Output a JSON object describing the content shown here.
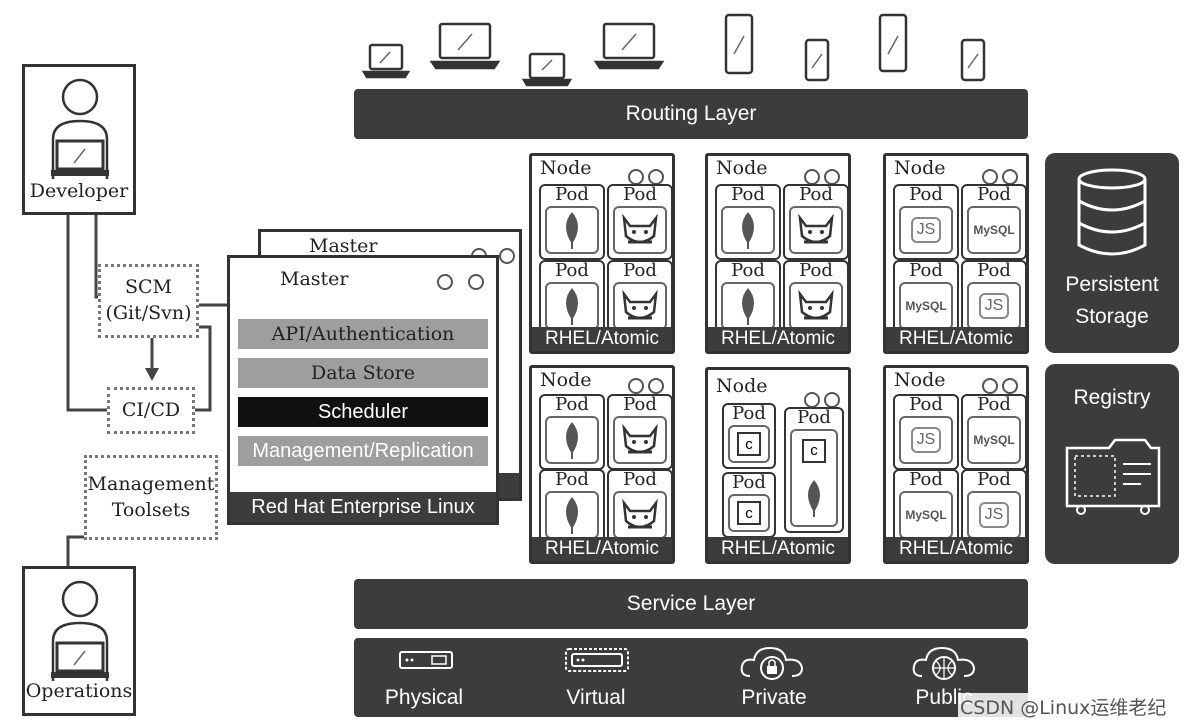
{
  "routing_layer": "Routing Layer",
  "service_layer": "Service Layer",
  "developer": "Developer",
  "operations": "Operations",
  "scm": {
    "line1": "SCM",
    "line2": "(Git/Svn)"
  },
  "cicd": "CI/CD",
  "management_toolsets": {
    "line1": "Management",
    "line2": "Toolsets"
  },
  "master_back": "Master",
  "master": {
    "title": "Master",
    "rows": [
      "API/Authentication",
      "Data Store",
      "Scheduler",
      "Management/Replication"
    ],
    "footer": "Red Hat Enterprise Linux"
  },
  "node_label": "Node",
  "pod_label": "Pod",
  "node_footer": "RHEL/Atomic",
  "container_glyph": "c",
  "js_glyph": "JS",
  "mysql_glyph": "MySQL",
  "persistent_storage": {
    "line1": "Persistent",
    "line2": "Storage"
  },
  "registry": "Registry",
  "infrastructure": [
    "Physical",
    "Virtual",
    "Private",
    "Public"
  ],
  "watermark": "CSDN @Linux运维老纪",
  "icons": {
    "clients": [
      "laptop-icon",
      "laptop-icon",
      "laptop-icon",
      "laptop-icon",
      "phone-icon",
      "phone-icon",
      "phone-icon",
      "phone-icon"
    ],
    "pod_apps": [
      "mongodb-icon",
      "tomcat-icon",
      "nodejs-icon",
      "mysql-icon",
      "container-icon"
    ],
    "infra": [
      "server-icon",
      "virtual-server-icon",
      "private-cloud-icon",
      "public-cloud-icon"
    ]
  },
  "colors": {
    "dark": "#3c3c3c",
    "gray_row": "#9e9e9e",
    "scheduler": "#111111"
  }
}
